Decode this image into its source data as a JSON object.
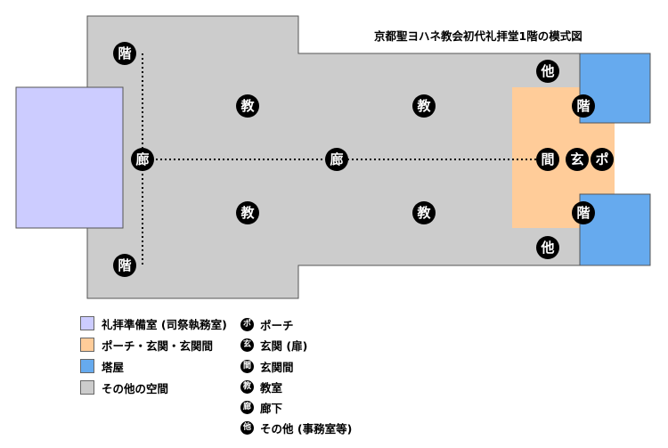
{
  "title": "京都聖ヨハネ教会初代礼拝堂1階の模式図",
  "colors": {
    "preparation_room": "#ccccff",
    "porch_area": "#ffcc99",
    "tower": "#66aaee",
    "other_space": "#cccccc"
  },
  "plan_labels": {
    "stair_top_left": "階",
    "stair_bottom_left": "階",
    "corridor_left": "廊",
    "corridor_center": "廊",
    "classroom_1": "教",
    "classroom_2": "教",
    "classroom_3": "教",
    "classroom_4": "教",
    "other_top": "他",
    "other_bottom": "他",
    "stair_top_right": "階",
    "stair_bottom_right": "階",
    "genkan_ma": "間",
    "genkan": "玄",
    "porch": "ポ"
  },
  "legend_colors": [
    {
      "label": "礼拝準備室 (司祭執務室)",
      "color": "#ccccff"
    },
    {
      "label": "ポーチ・玄関・玄関間",
      "color": "#ffcc99"
    },
    {
      "label": "塔屋",
      "color": "#66aaee"
    },
    {
      "label": "その他の空間",
      "color": "#cccccc"
    }
  ],
  "legend_symbols": [
    {
      "symbol": "ポ",
      "label": "ポーチ"
    },
    {
      "symbol": "玄",
      "label": "玄関 (扉)"
    },
    {
      "symbol": "間",
      "label": "玄関間"
    },
    {
      "symbol": "教",
      "label": "教室"
    },
    {
      "symbol": "廊",
      "label": "廊下"
    },
    {
      "symbol": "他",
      "label": "その他 (事務室等)"
    }
  ]
}
